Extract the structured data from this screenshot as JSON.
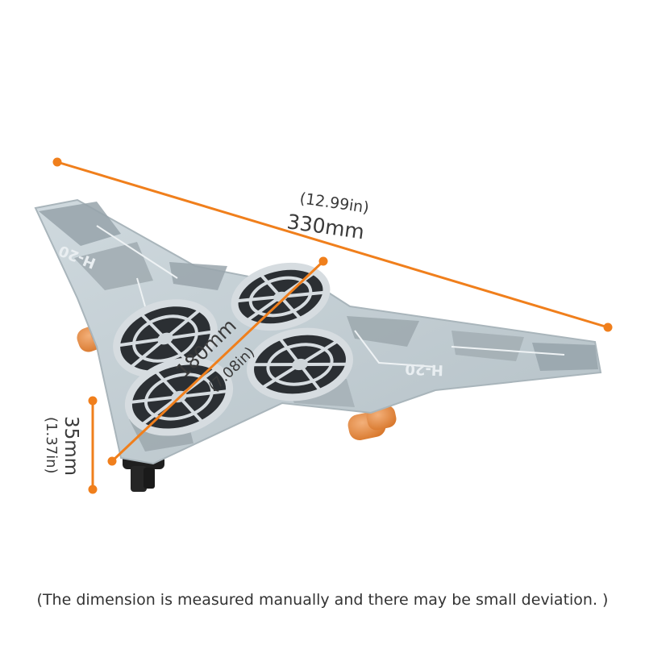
{
  "colors": {
    "measure_line": "#f07f1c",
    "body_light": "#c8d3d8",
    "body_mid": "#b6c2c8",
    "camo_dark": "#8f9ba2",
    "camo_mid": "#a7b2b8",
    "guard": "#d2d8dc",
    "rotor": "#2a2a2a",
    "orange_part": "#e88f45",
    "text": "#333333"
  },
  "dimensions": {
    "wingspan": {
      "metric": "330mm",
      "imperial": "(12.99in)"
    },
    "diagonal": {
      "metric": "180mm",
      "imperial": "(7.08in)"
    },
    "height": {
      "metric": "35mm",
      "imperial": "(1.37in)"
    }
  },
  "markings": {
    "left_wing": "H-20",
    "right_wing": "H-20"
  },
  "disclaimer": "(The dimension is measured manually and there may be small deviation. )"
}
